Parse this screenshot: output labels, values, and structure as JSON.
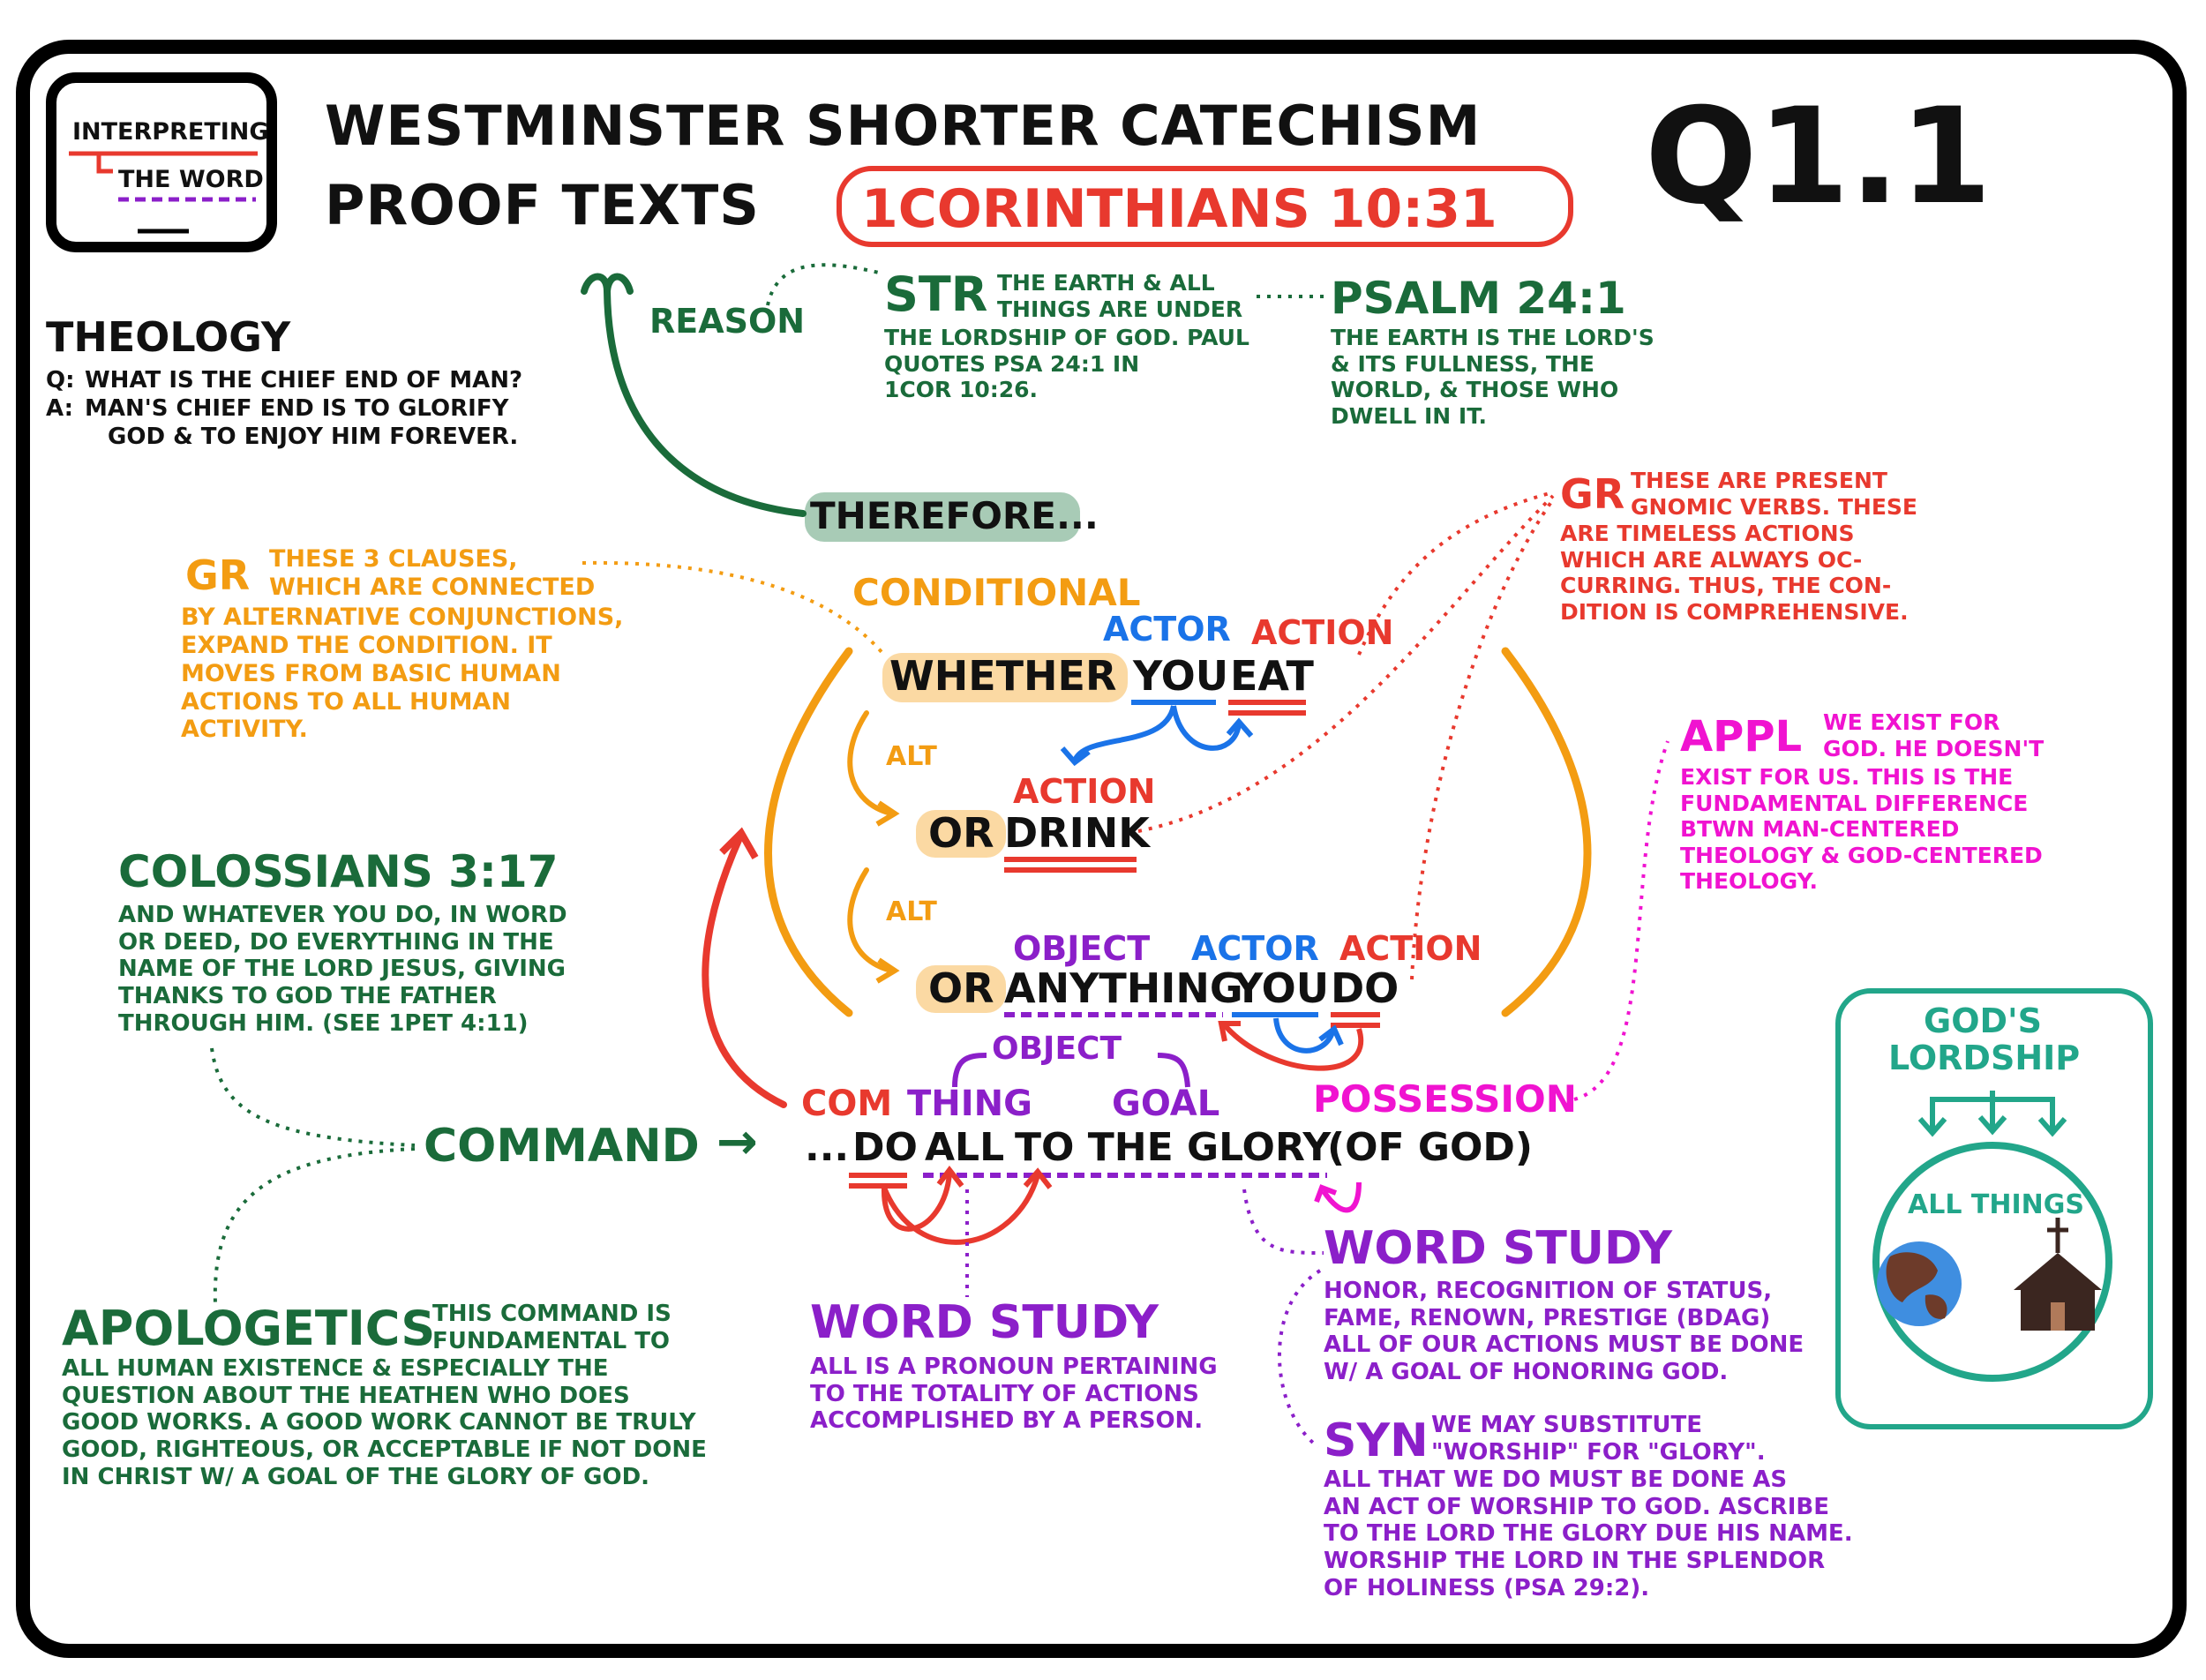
{
  "header": {
    "logo_line1": "INTERPRETING",
    "logo_line2": "THE WORD",
    "title_line1": "WESTMINSTER SHORTER CATECHISM",
    "title_line2": "PROOF TEXTS",
    "reference": "1CORINTHIANS 10:31",
    "question_number": "Q1.1"
  },
  "theology": {
    "heading": "THEOLOGY",
    "q_label": "Q:",
    "question": "WHAT IS THE CHIEF END OF MAN?",
    "a_label": "A:",
    "answer_line1": "MAN'S CHIEF END IS TO GLORIFY",
    "answer_line2": "GOD & TO ENJOY HIM FOREVER."
  },
  "reason": {
    "label": "REASON",
    "str_label": "STR",
    "str_text_a": "THE EARTH & ALL\nTHINGS ARE UNDER",
    "str_text_b": "THE LORDSHIP OF GOD. PAUL\nQUOTES PSA 24:1 IN\n1COR 10:26.",
    "psalm_ref": "PSALM 24:1",
    "psalm_text": "THE EARTH IS THE LORD'S\n& ITS FULLNESS, THE\nWORLD, & THOSE WHO\nDWELL IN IT."
  },
  "therefore": "THEREFORE...",
  "gr_left": {
    "label": "GR",
    "text_a": "THESE 3 CLAUSES,\nWHICH ARE CONNECTED",
    "text_b": "BY ALTERNATIVE CONJUNCTIONS,\nEXPAND THE CONDITION. IT\nMOVES FROM BASIC HUMAN\nACTIONS TO ALL HUMAN\nACTIVITY."
  },
  "gr_right": {
    "label": "GR",
    "text_a": "THESE ARE PRESENT\nGNOMIC VERBS. THESE",
    "text_b": "ARE TIMELESS ACTIONS\nWHICH ARE ALWAYS OC-\nCURRING. THUS, THE CON-\nDITION IS COMPREHENSIVE."
  },
  "appl": {
    "label": "APPL",
    "text_a": "WE EXIST FOR\nGOD. HE DOESN'T",
    "text_b": "EXIST FOR US. THIS IS THE\nFUNDAMENTAL DIFFERENCE\nBTWN MAN-CENTERED\nTHEOLOGY & GOD-CENTERED\nTHEOLOGY."
  },
  "verse": {
    "conditional": "CONDITIONAL",
    "actor": "ACTOR",
    "action": "ACTION",
    "object": "OBJECT",
    "alt": "ALT",
    "whether": "WHETHER",
    "you": "YOU",
    "eat": "EAT",
    "or": "OR",
    "drink": "DRINK",
    "anything": "ANYTHING",
    "do": "DO",
    "com": "COM",
    "thing": "THING",
    "goal": "GOAL",
    "possession": "POSSESSION",
    "command": "COMMAND",
    "arrow": "→",
    "ellipsis": "...",
    "all": "ALL",
    "to_the_glory": "TO THE GLORY",
    "of_god": "(OF GOD)"
  },
  "colossians": {
    "ref": "COLOSSIANS 3:17",
    "text": "AND WHATEVER YOU DO, IN WORD\nOR DEED, DO EVERYTHING IN THE\nNAME OF THE LORD JESUS, GIVING\nTHANKS TO GOD THE FATHER\nTHROUGH HIM. (SEE 1PET 4:11)"
  },
  "apologetics": {
    "label": "APOLOGETICS",
    "text_a": "THIS COMMAND IS\nFUNDAMENTAL TO",
    "text_b": "ALL HUMAN EXISTENCE & ESPECIALLY THE\nQUESTION ABOUT THE HEATHEN WHO DOES\nGOOD WORKS. A GOOD WORK CANNOT BE TRULY\nGOOD, RIGHTEOUS, OR ACCEPTABLE IF NOT DONE\nIN CHRIST W/ A GOAL OF THE GLORY OF GOD."
  },
  "word_study_all": {
    "label": "WORD STUDY",
    "text": "ALL IS A PRONOUN PERTAINING\nTO THE TOTALITY OF ACTIONS\nACCOMPLISHED BY A PERSON."
  },
  "word_study_glory": {
    "label": "WORD STUDY",
    "text": "HONOR, RECOGNITION OF STATUS,\nFAME, RENOWN, PRESTIGE (BDAG)\nALL OF OUR ACTIONS MUST BE DONE\nW/ A GOAL OF HONORING GOD."
  },
  "syn": {
    "label": "SYN",
    "text_a": "WE MAY SUBSTITUTE\n\"WORSHIP\" FOR \"GLORY\".",
    "text_b": "ALL THAT WE DO MUST BE DONE AS\nAN ACT OF WORSHIP TO GOD. ASCRIBE\nTO THE LORD THE GLORY DUE HIS NAME.\nWORSHIP THE LORD IN THE SPLENDOR\nOF HOLINESS (PSA 29:2)."
  },
  "lordship": {
    "title_line1": "GOD'S",
    "title_line2": "LORDSHIP",
    "all_things": "ALL THINGS"
  },
  "colors": {
    "green": "#1a6b3a",
    "orange": "#f39c12",
    "red": "#e8392e",
    "blue": "#1a73e8",
    "purple": "#8b1fc9",
    "magenta": "#f013d0",
    "teal": "#22a68a"
  }
}
